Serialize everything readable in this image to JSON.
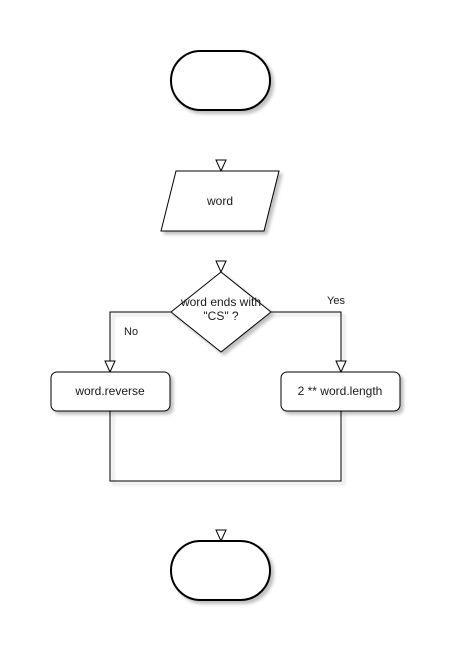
{
  "diagram": {
    "start": {
      "label": ""
    },
    "input": {
      "label": "word"
    },
    "decision": {
      "line1": "word ends with",
      "line2": "\"CS\" ?"
    },
    "no_branch": {
      "edge_label": "No",
      "action": "word.reverse"
    },
    "yes_branch": {
      "edge_label": "Yes",
      "action": "2 ** word.length"
    },
    "end": {
      "label": ""
    }
  }
}
